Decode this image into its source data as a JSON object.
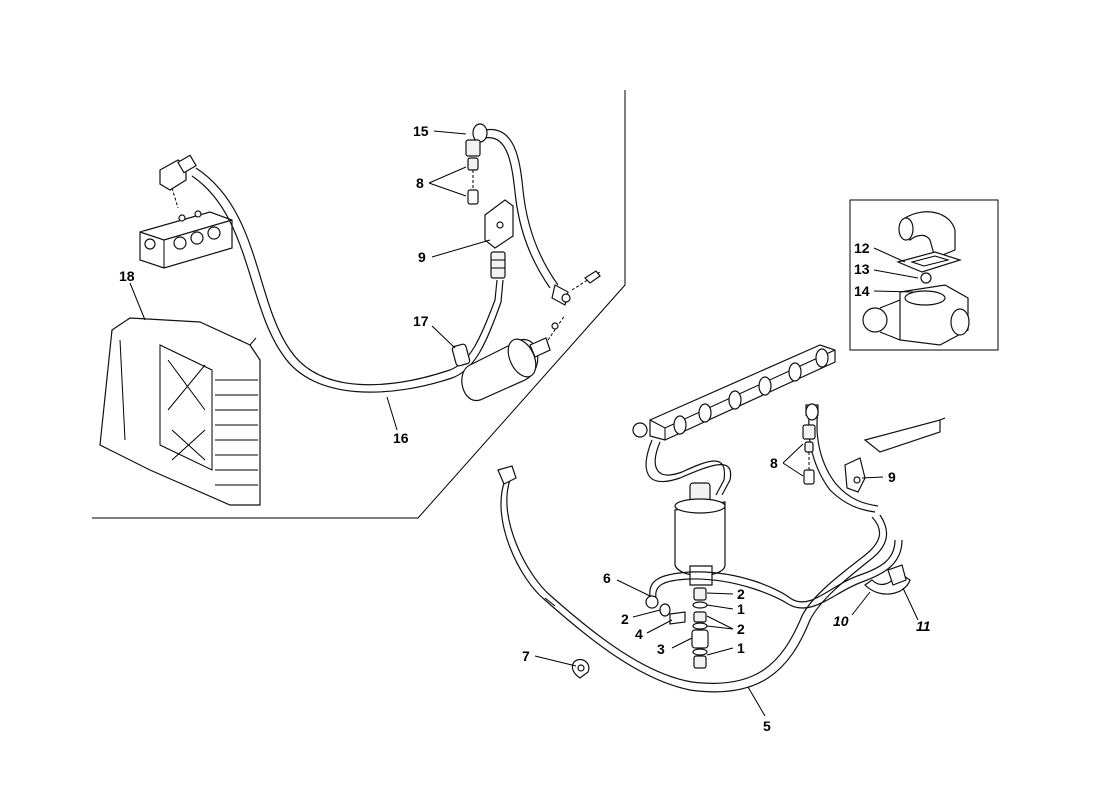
{
  "callouts": [
    {
      "key": "c15",
      "text": "15"
    },
    {
      "key": "c8a",
      "text": "8"
    },
    {
      "key": "c9a",
      "text": "9"
    },
    {
      "key": "c18",
      "text": "18"
    },
    {
      "key": "c17",
      "text": "17"
    },
    {
      "key": "c16",
      "text": "16"
    },
    {
      "key": "c12",
      "text": "12"
    },
    {
      "key": "c13",
      "text": "13"
    },
    {
      "key": "c14",
      "text": "14"
    },
    {
      "key": "c8b",
      "text": "8"
    },
    {
      "key": "c9b",
      "text": "9"
    },
    {
      "key": "c6",
      "text": "6"
    },
    {
      "key": "c2a",
      "text": "2"
    },
    {
      "key": "c1a",
      "text": "1"
    },
    {
      "key": "c2b",
      "text": "2"
    },
    {
      "key": "c4",
      "text": "4"
    },
    {
      "key": "c2c",
      "text": "2"
    },
    {
      "key": "c3",
      "text": "3"
    },
    {
      "key": "c1b",
      "text": "1"
    },
    {
      "key": "c10",
      "text": "10"
    },
    {
      "key": "c11",
      "text": "11"
    },
    {
      "key": "c7",
      "text": "7"
    },
    {
      "key": "c5",
      "text": "5"
    }
  ]
}
